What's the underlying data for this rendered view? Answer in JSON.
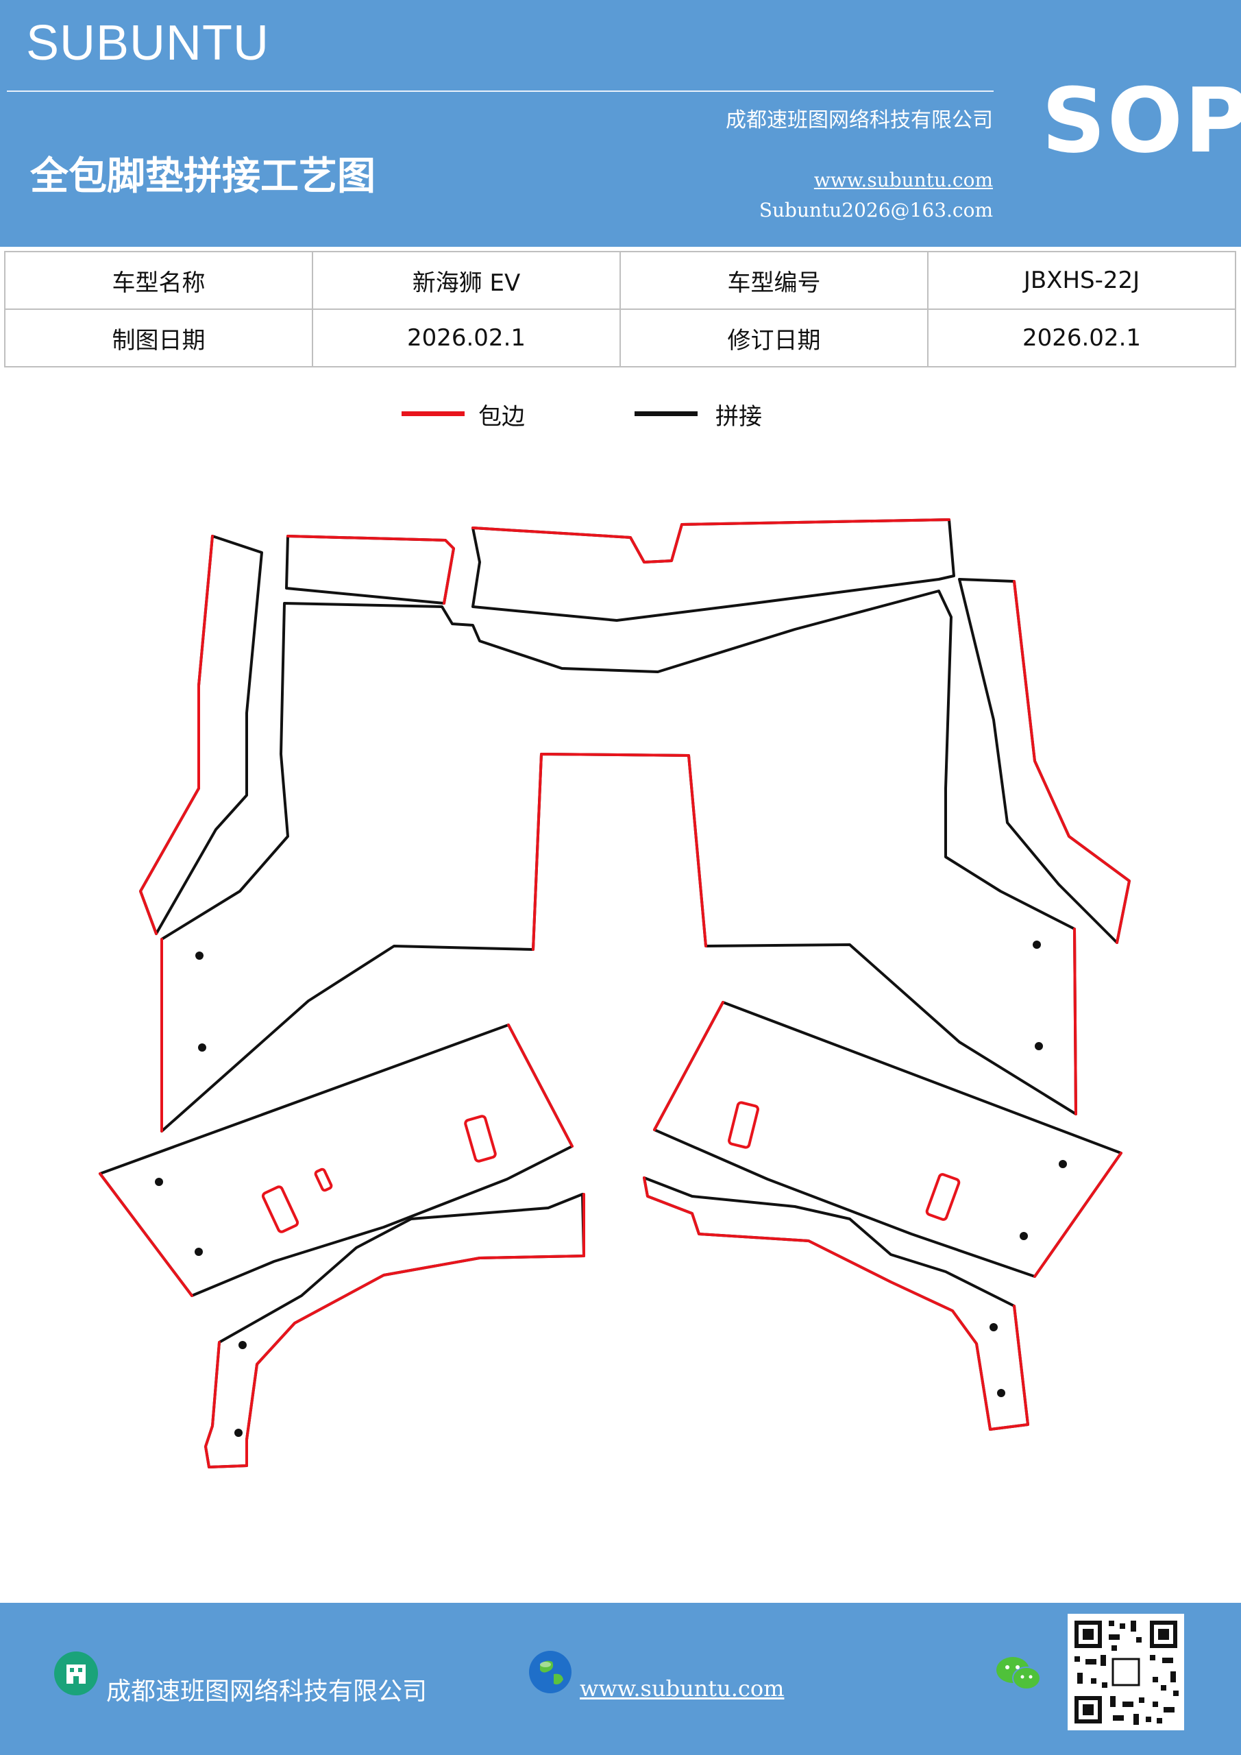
{
  "header": {
    "brand": "SUBUNTU",
    "company": "成都速班图网络科技有限公司",
    "title": "全包脚垫拼接工艺图",
    "website": "www.subuntu.com",
    "email": "Subuntu2026@163.com",
    "badge": "SOP"
  },
  "info": {
    "model_name_label": "车型名称",
    "model_name": "新海狮 EV",
    "model_code_label": "车型编号",
    "model_code": "JBXHS-22J",
    "draw_date_label": "制图日期",
    "draw_date": "2026.02.1",
    "revise_date_label": "修订日期",
    "revise_date": "2026.02.1"
  },
  "legend": {
    "edge_label": "包边",
    "edge_color": "#e8141c",
    "seam_label": "拼接",
    "seam_color": "#111111"
  },
  "footer": {
    "company": "成都速班图网络科技有限公司",
    "website": "www.subuntu.com"
  },
  "icons": {
    "company": "building-icon",
    "web": "globe-icon",
    "wechat": "wechat-icon",
    "qr": "qr-code-icon"
  }
}
